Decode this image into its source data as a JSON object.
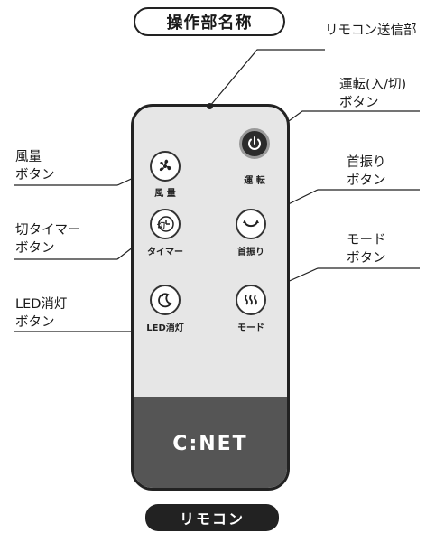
{
  "title": "操作部名称",
  "callouts": {
    "remote_sender": "リモコン送信部",
    "power_line1": "運転(入/切)",
    "power_line2": "ボタン",
    "fan_line1": "風量",
    "fan_line2": "ボタン",
    "timer_line1": "切タイマー",
    "timer_line2": "ボタン",
    "swing_line1": "首振り",
    "swing_line2": "ボタン",
    "led_line1": "LED消灯",
    "led_line2": "ボタン",
    "mode_line1": "モード",
    "mode_line2": "ボタン"
  },
  "remote": {
    "buttons": {
      "fan_label": "風 量",
      "power_label": "運 転",
      "timer_label": "タイマー",
      "timer_icon_text": "切",
      "swing_label": "首振り",
      "led_label": "LED消灯",
      "mode_label": "モード"
    },
    "logo": "C:NET"
  },
  "caption": "リモコン",
  "colors": {
    "remote_body": "#e6e6e6",
    "remote_bottom": "#555555",
    "outline": "#222222"
  }
}
